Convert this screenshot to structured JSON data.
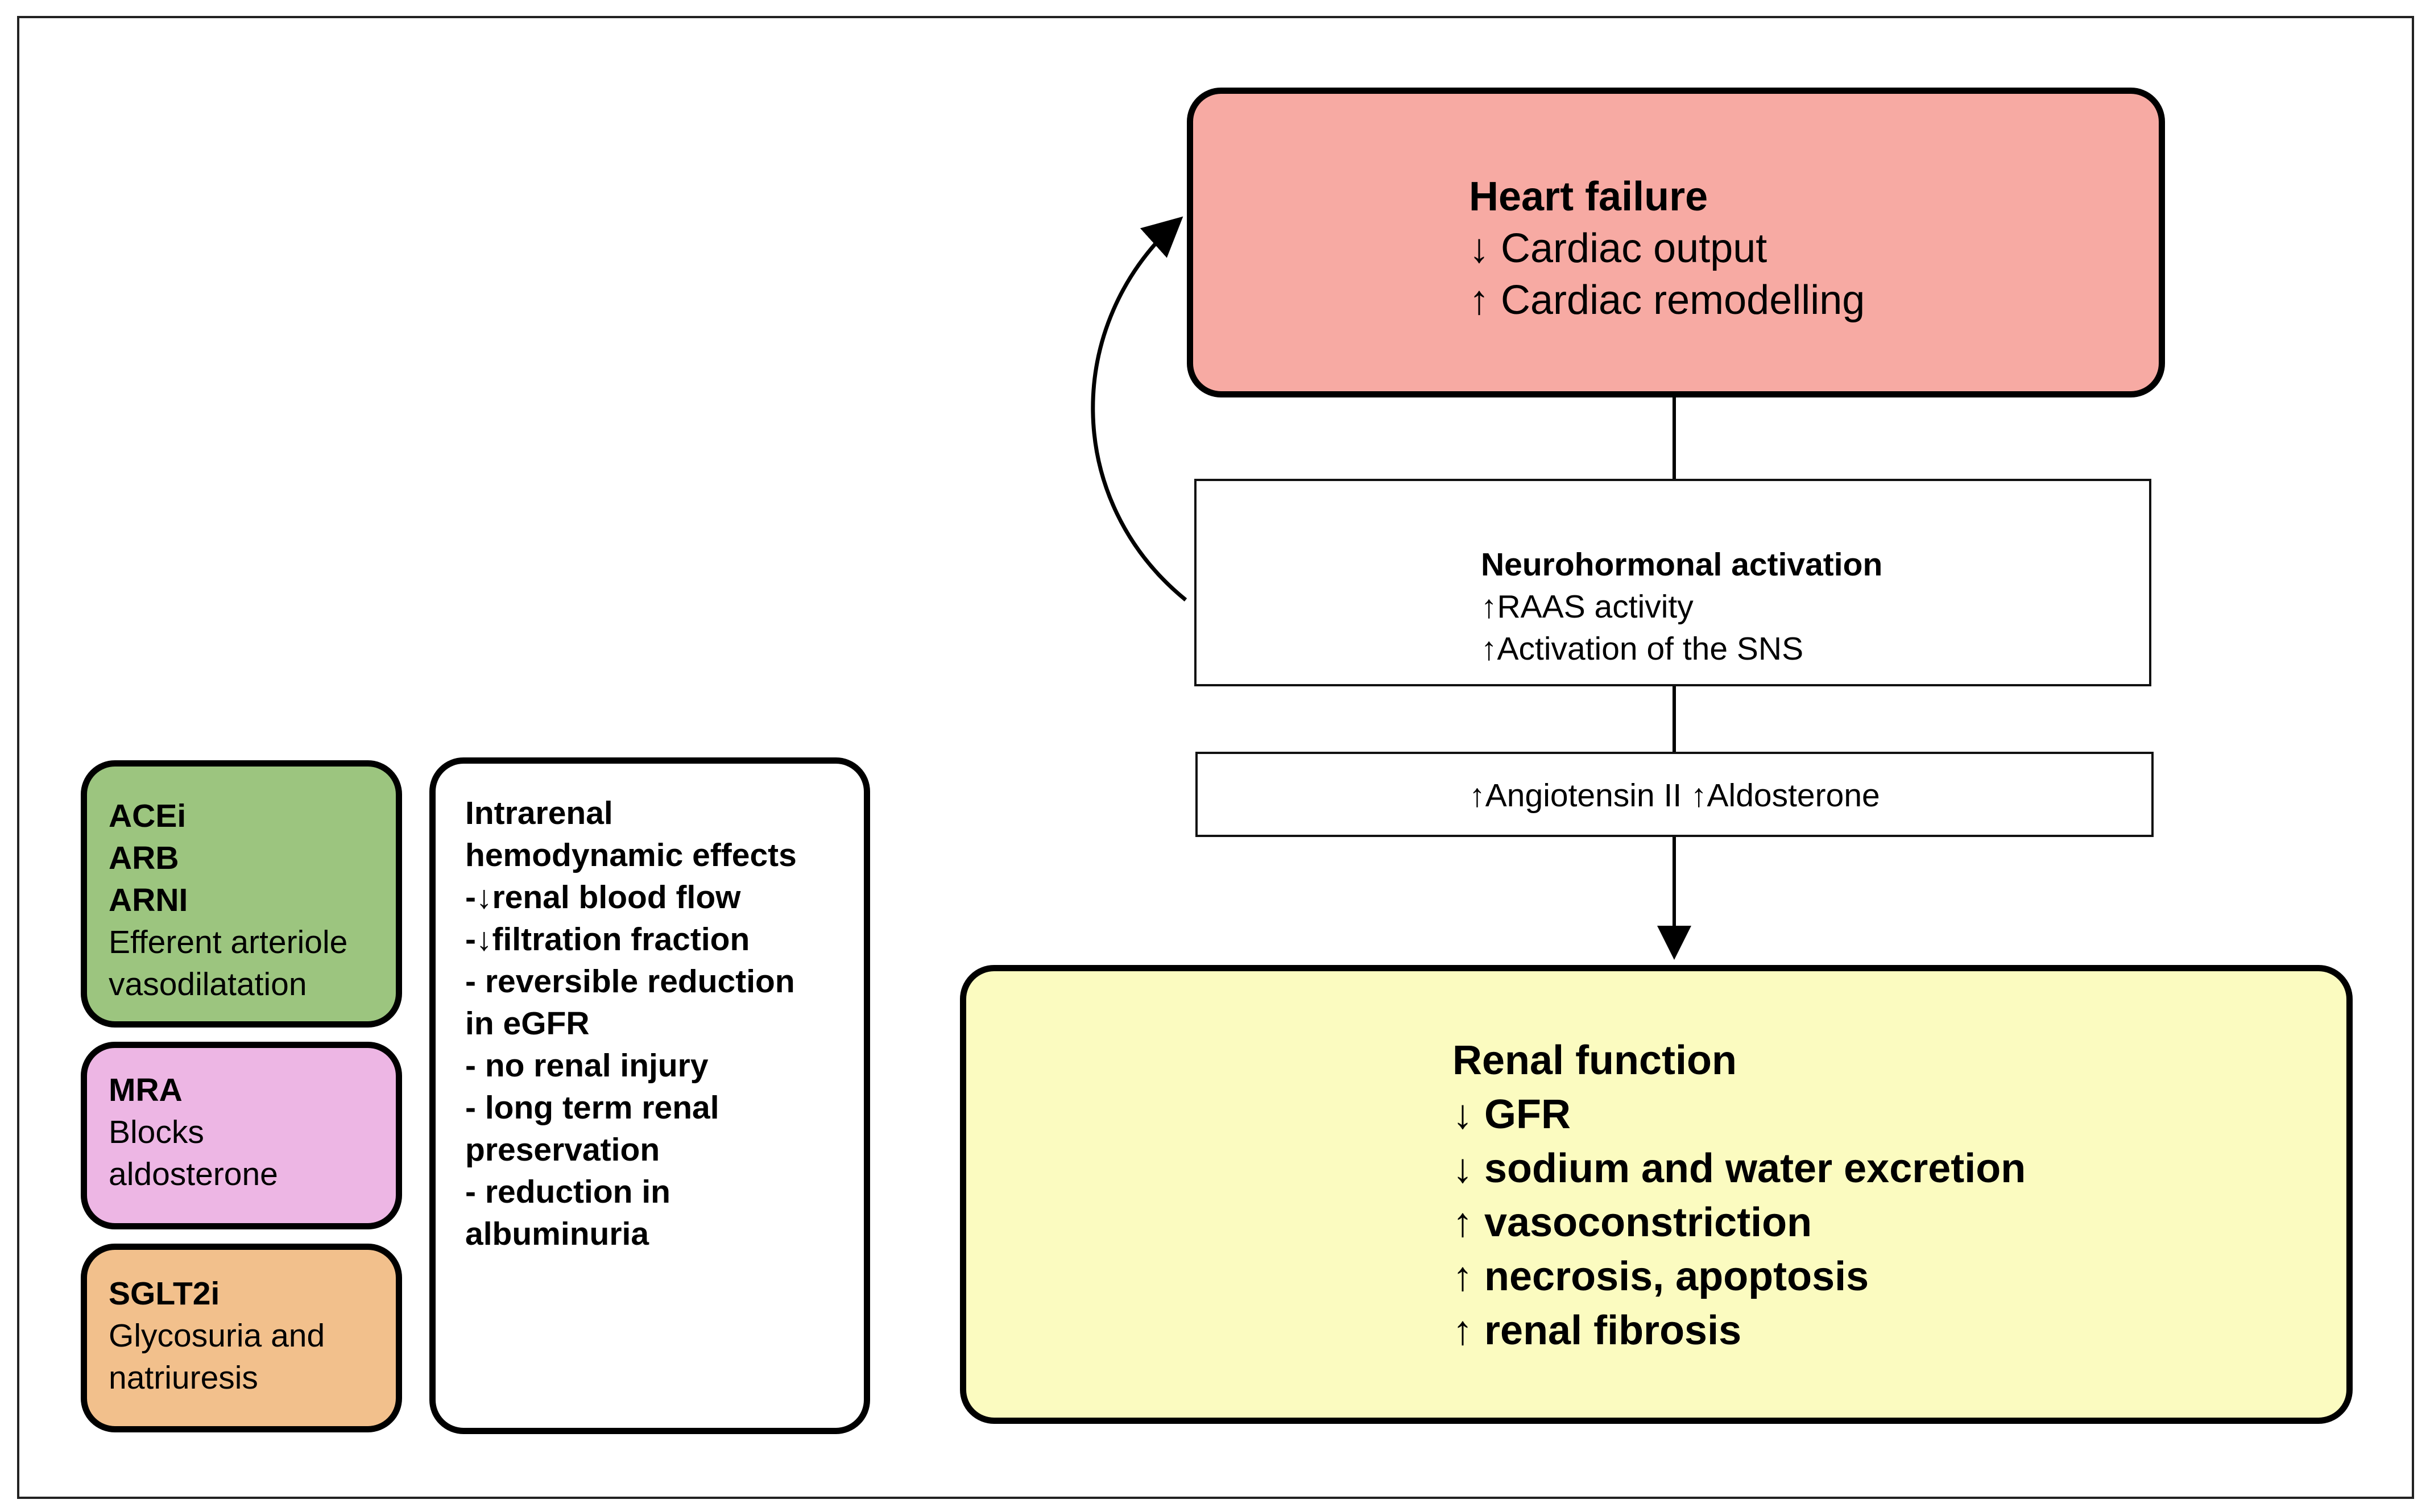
{
  "heart_failure": {
    "title": "Heart failure",
    "lines": [
      "↓ Cardiac output",
      "↑ Cardiac remodelling"
    ]
  },
  "neurohormonal": {
    "title": "Neurohormonal activation",
    "lines": [
      "↑RAAS activity",
      "↑Activation of the SNS"
    ]
  },
  "angiotensin": {
    "text": "↑Angiotensin II ↑Aldosterone"
  },
  "renal_function": {
    "title": "Renal function",
    "lines": [
      "↓ GFR",
      "↓ sodium and water excretion",
      "↑ vasoconstriction",
      "↑ necrosis, apoptosis",
      "↑ renal fibrosis"
    ]
  },
  "drugs": {
    "acei": {
      "names": [
        "ACEi",
        "ARB",
        "ARNI"
      ],
      "effect": [
        "Efferent arteriole",
        "vasodilatation"
      ],
      "color": "#9cc57f"
    },
    "mra": {
      "names": [
        "MRA"
      ],
      "effect": [
        "Blocks",
        "aldosterone"
      ],
      "color": "#edb6e4"
    },
    "sglt2i": {
      "names": [
        "SGLT2i"
      ],
      "effect": [
        "Glycosuria and",
        "natriuresis"
      ],
      "color": "#f2c08c"
    }
  },
  "intrarenal": {
    "lines": [
      "Intrarenal",
      "hemodynamic effects",
      "-↓renal blood flow",
      "-↓filtration fraction",
      "- reversible reduction",
      "in eGFR",
      "- no renal injury",
      "- long term renal",
      "preservation",
      "- reduction in",
      "albuminuria"
    ]
  },
  "colors": {
    "heart_failure": "#f7aaa3",
    "renal_function": "#fbfbc0"
  }
}
